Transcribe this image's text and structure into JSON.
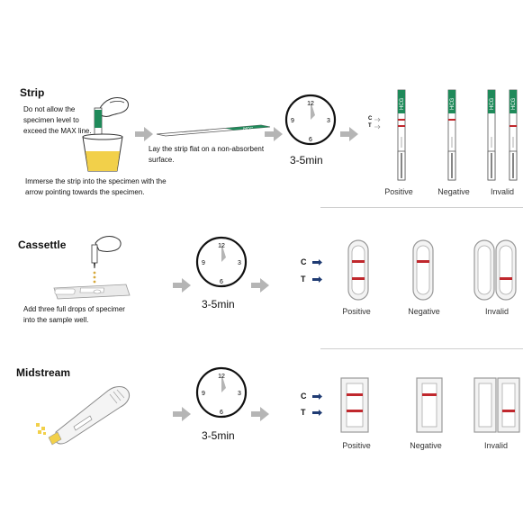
{
  "strip": {
    "title": "Strip",
    "step1_text_l1": "Do not allow the",
    "step1_text_l2": "specimen level to",
    "step1_text_l3": "exceed the MAX line.",
    "step1_bottom_l1": "Immerse the strip into the specimen with the",
    "step1_bottom_l2": "arrow pointing towards the specimen.",
    "step2_text_l1": "Lay the strip flat on a non-absorbent",
    "step2_text_l2": "surface.",
    "strip_brand": "HCG",
    "time": "3-5min",
    "c_label": "C",
    "t_label": "T",
    "results": [
      "Positive",
      "Negative",
      "Invalid"
    ]
  },
  "cassette": {
    "title": "Cassettle",
    "text_l1": "Add three full drops of specimer",
    "text_l2": "into the sample well.",
    "time": "3-5min",
    "c_label": "C",
    "t_label": "T",
    "results": [
      "Positive",
      "Negative",
      "Invalid"
    ]
  },
  "midstream": {
    "title": "Midstream",
    "time": "3-5min",
    "c_label": "C",
    "t_label": "T",
    "results": [
      "Positive",
      "Negative",
      "Invalid"
    ]
  },
  "clock_numbers": [
    "12",
    "3",
    "6",
    "9"
  ],
  "colors": {
    "result_line": "#c0282d",
    "strip_green": "#1f8a5a",
    "arrow_gray": "#b5b5b5",
    "ct_arrow": "#1f3b73",
    "specimen": "#f2d04a"
  }
}
